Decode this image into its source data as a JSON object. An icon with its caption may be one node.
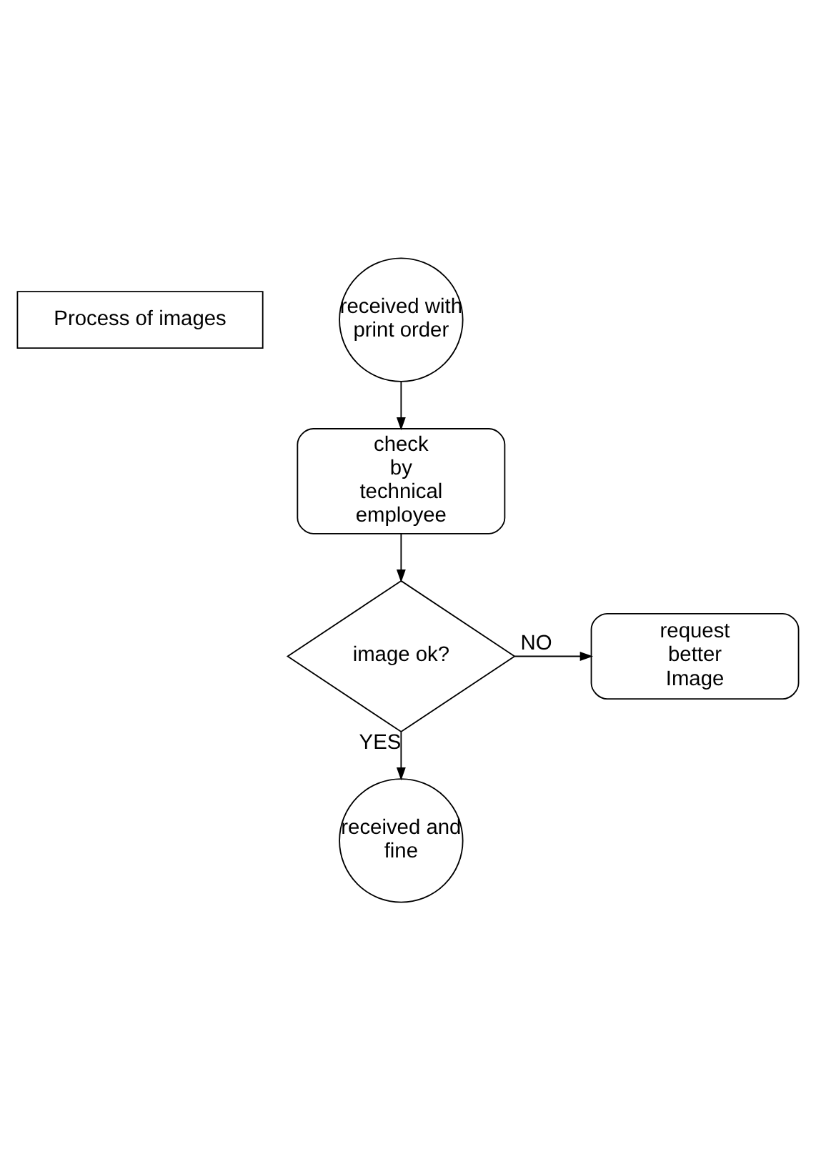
{
  "diagram": {
    "nodes": [
      {
        "text": [
          "Process of images"
        ]
      },
      {
        "text": [
          "received with print order"
        ]
      },
      {
        "text": [
          "check by technical employee"
        ]
      },
      {
        "text": [
          "image ok?"
        ]
      },
      {
        "text": [
          "request better Image"
        ]
      },
      {
        "text": [
          "received and fine"
        ]
      }
    ],
    "edges": [
      {
        "from": 1,
        "to": 2,
        "arrow": "to"
      },
      {
        "from": 2,
        "to": 3,
        "arrow": "to"
      },
      {
        "from": 3,
        "to": 4,
        "arrow": "to",
        "label": "NO"
      },
      {
        "from": 3,
        "to": 5,
        "arrow": "to",
        "label": "YES"
      }
    ]
  }
}
